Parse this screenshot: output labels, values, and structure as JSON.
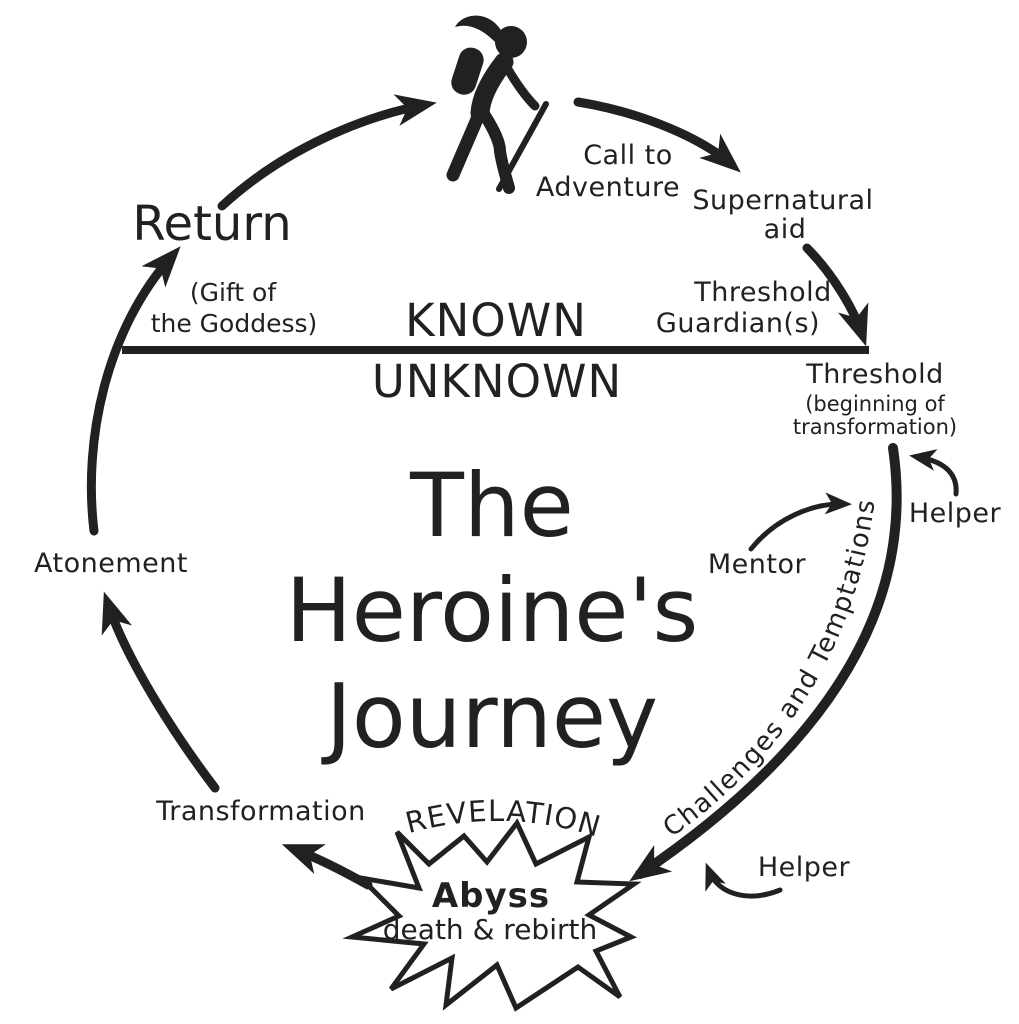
{
  "diagram": {
    "background": "#ffffff",
    "ink_color": "#212121",
    "center_title": {
      "line1": "The",
      "line2": "Heroine's",
      "line3": "Journey"
    },
    "worlds": {
      "upper": "KNOWN",
      "lower": "UNKNOWN"
    },
    "stages": {
      "call_to_adventure": {
        "line1": "Call to",
        "line2": "Adventure"
      },
      "supernatural_aid": {
        "line1": "Supernatural",
        "line2": "aid"
      },
      "threshold_guardians": {
        "line1": "Threshold",
        "line2": "Guardian(s)"
      },
      "threshold": {
        "title": "Threshold",
        "note_line1": "(beginning of",
        "note_line2": "transformation)"
      },
      "helper_upper": "Helper",
      "mentor": "Mentor",
      "challenges": "Challenges and Temptations",
      "helper_lower": "Helper",
      "revelation": "REVELATION",
      "abyss": {
        "title": "Abyss",
        "subtitle": "death & rebirth"
      },
      "transformation": "Transformation",
      "atonement": "Atonement",
      "return": "Return",
      "gift_of_goddess": {
        "line1": "(Gift of",
        "line2": "the Goddess)"
      }
    },
    "icons": {
      "hiker": "hiker-icon"
    }
  }
}
